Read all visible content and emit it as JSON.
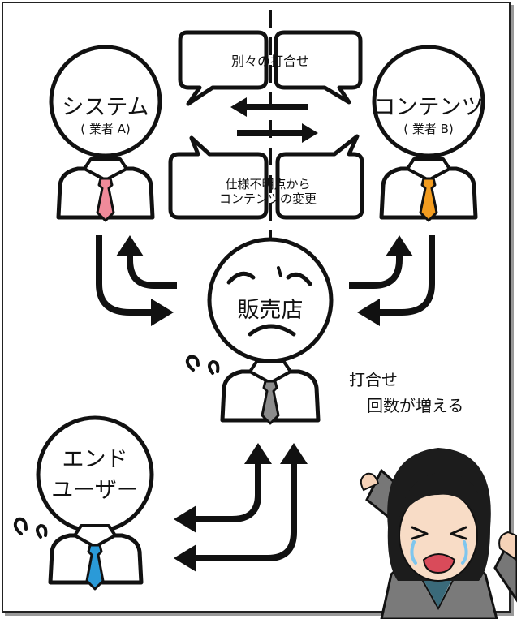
{
  "diagram": {
    "bubble_top_text": "別々の打合せ",
    "bubble_bottom_text_line1": "仕様不明点から",
    "bubble_bottom_text_line2": "コンテンツの変更",
    "nodes": {
      "system": {
        "name": "システム",
        "sub": "( 業者 A)",
        "tie_color": "#f08a9a"
      },
      "contents": {
        "name": "コンテンツ",
        "sub": "( 業者 B)",
        "tie_color": "#f39c1f"
      },
      "shop": {
        "name": "販売店",
        "tie_color": "#8c8c8c"
      },
      "enduser": {
        "name_line1": "エンド",
        "name_line2": "ユーザー",
        "tie_color": "#2a9ad8"
      }
    },
    "note_line1": "打合せ",
    "note_line2": "回数が増える"
  }
}
